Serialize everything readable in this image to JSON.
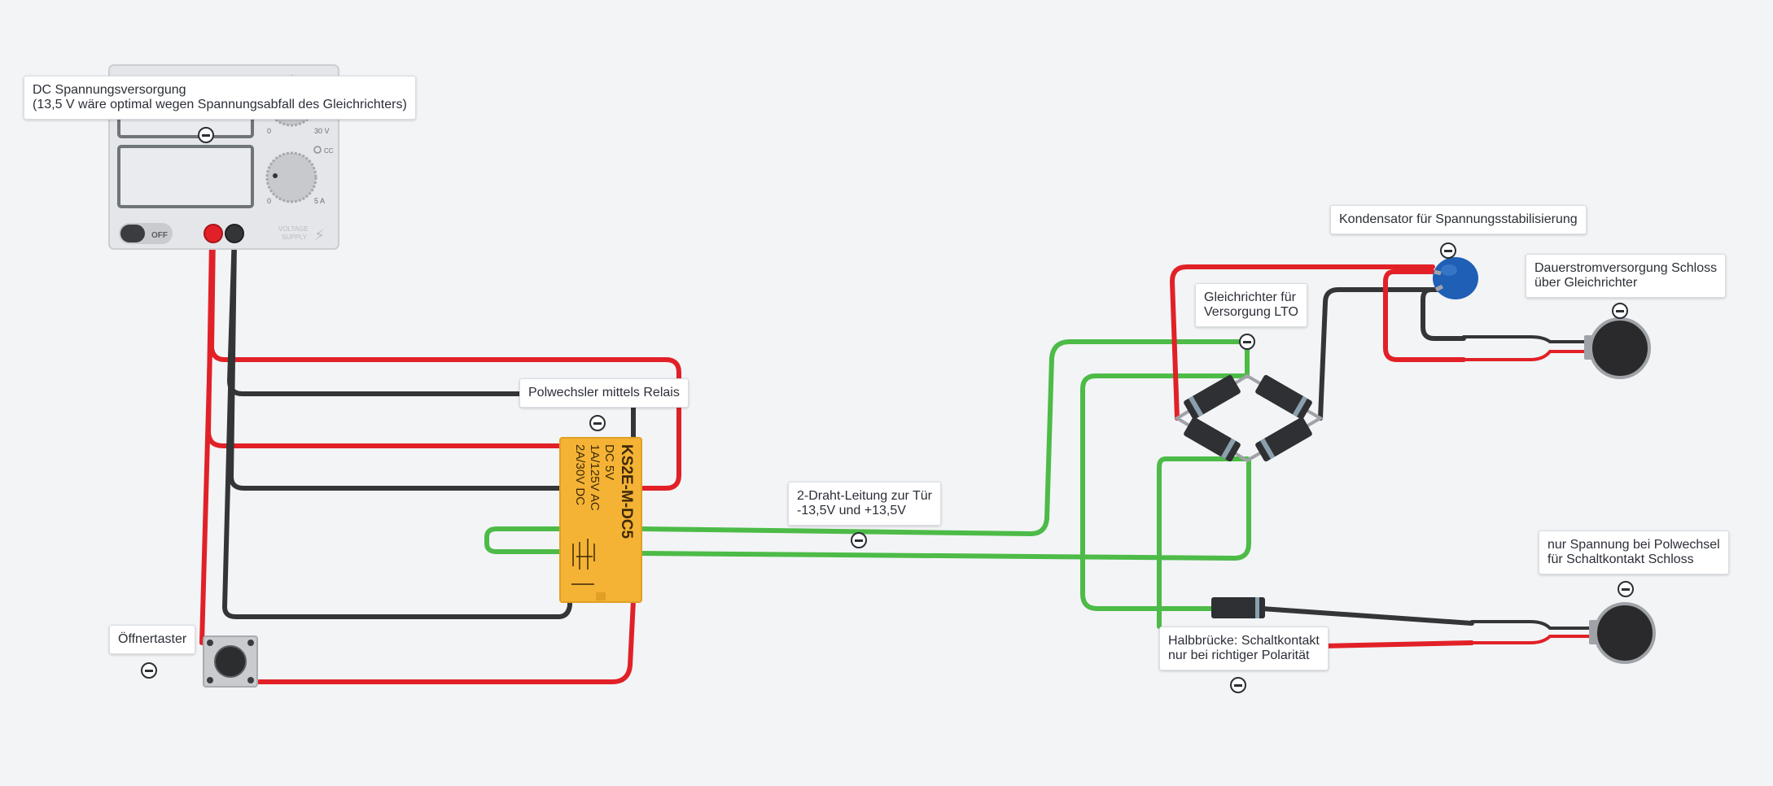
{
  "annotations": {
    "dc_supply": {
      "line1": "DC Spannungsversorgung",
      "line2": "(13,5 V wäre optimal wegen Spannungsabfall des Gleichrichters)"
    },
    "relay": {
      "line1": "Polwechsler mittels Relais"
    },
    "wire": {
      "line1": "2-Draht-Leitung zur Tür",
      "line2": "-13,5V und +13,5V"
    },
    "button": {
      "line1": "Öffnertaster"
    },
    "rectifier": {
      "line1": "Gleichrichter für",
      "line2": "Versorgung LTO"
    },
    "capacitor": {
      "line1": "Kondensator für Spannungsstabilisierung"
    },
    "lock_power": {
      "line1": "Dauerstromversorgung Schloss",
      "line2": "über Gleichrichter"
    },
    "half_bridge": {
      "line1": "Halbbrücke: Schaltkontakt",
      "line2": "nur bei richtiger Polarität"
    },
    "switch_contact": {
      "line1": "nur Spannung bei Polwechsel",
      "line2": "für Schaltkontakt Schloss"
    }
  },
  "power_supply": {
    "switch_label": "OFF",
    "dial1_min": "0",
    "dial1_max": "30 V",
    "dial2_min": "0",
    "dial2_max": "5 A",
    "cc_label": "CC",
    "brand_line1": "VOLTAGE",
    "brand_line2": "SUPPLY"
  },
  "relay": {
    "model": "KS2E-M-DC5",
    "spec1": "DC 5V",
    "spec2": "1A/125V AC",
    "spec3": "2A/30V DC"
  },
  "colors": {
    "red_wire": "#e12127",
    "black_wire": "#333537",
    "green_wire": "#4cbb47",
    "relay_body": "#f5b335",
    "capacitor": "#1f5fb5",
    "background": "#f2f4f6"
  }
}
